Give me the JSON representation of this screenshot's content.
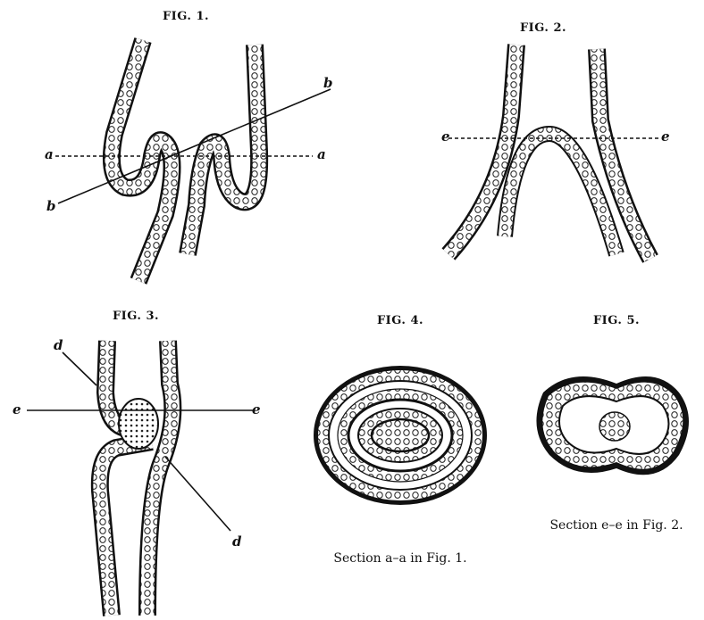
{
  "figures": [
    {
      "title": "FIG. 1.",
      "labels": [
        "a",
        "a",
        "b",
        "b"
      ]
    },
    {
      "title": "FIG. 2.",
      "labels": [
        "e",
        "e"
      ]
    },
    {
      "title": "FIG. 3.",
      "labels": [
        "d",
        "d",
        "e",
        "e"
      ]
    },
    {
      "title": "FIG. 4.",
      "caption": "Section a–a in Fig. 1."
    },
    {
      "title": "FIG. 5.",
      "caption": "Section e–e in Fig. 2."
    }
  ],
  "colors": {
    "ink": "#111111",
    "paper": "#ffffff"
  }
}
